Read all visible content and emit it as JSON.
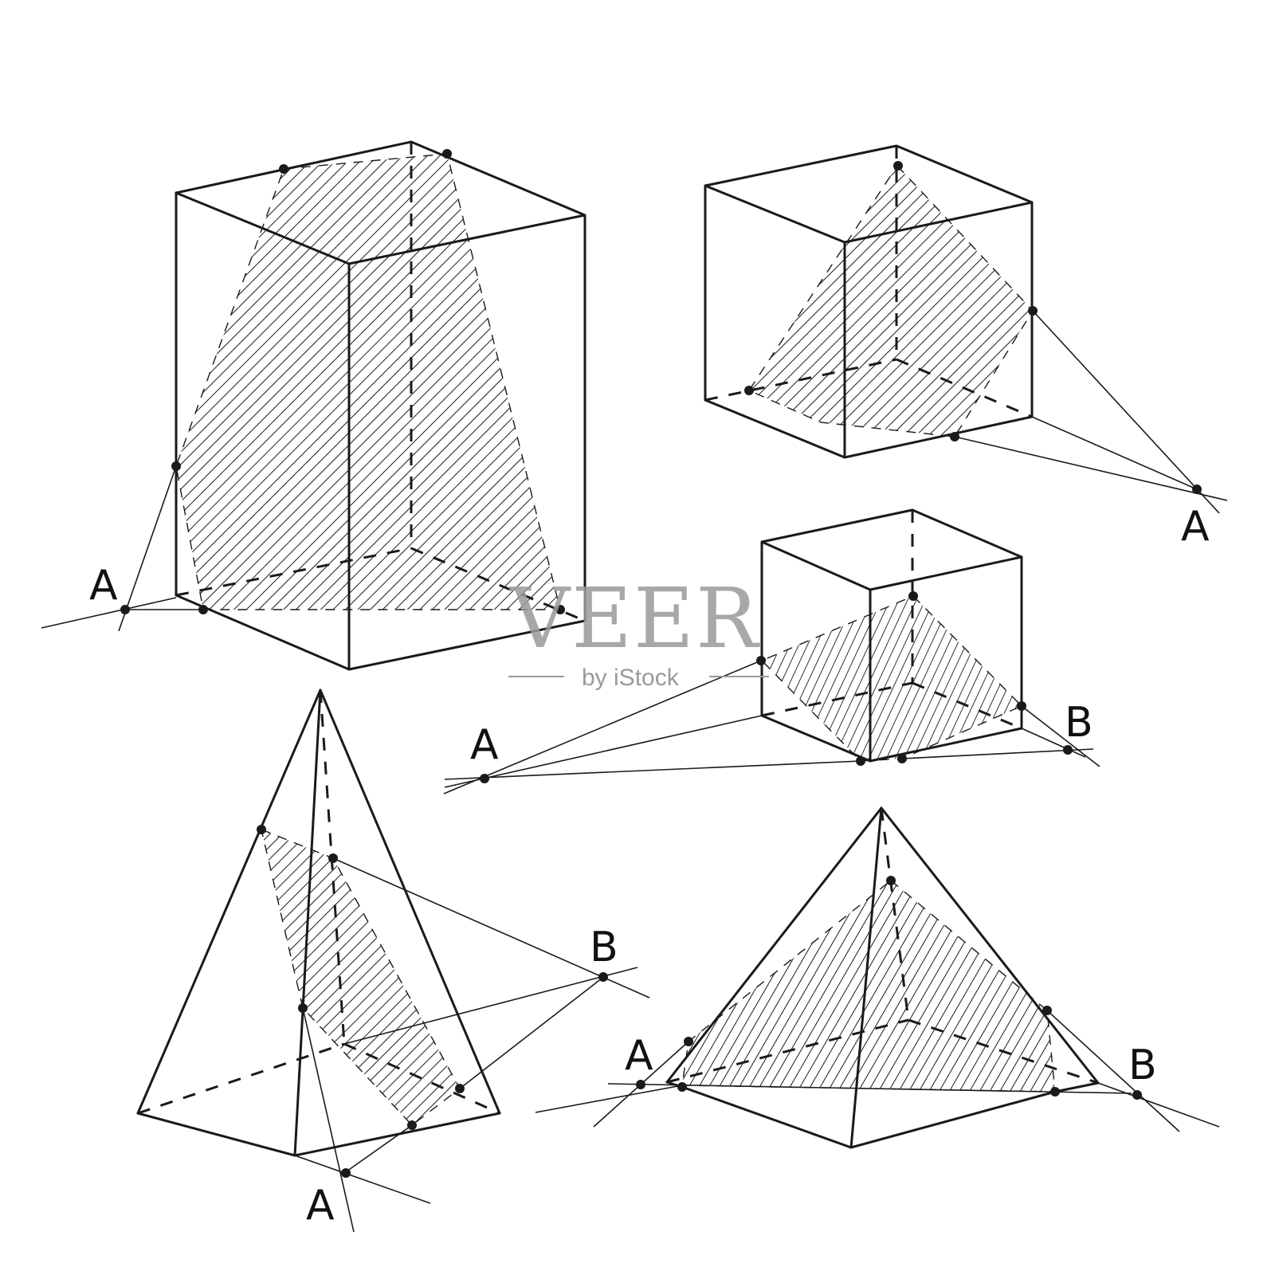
{
  "watermark": {
    "brand": "VEER",
    "tagline": "by iStock"
  },
  "colors": {
    "ink": "#1a1a1a",
    "watermark": "#9a9a9a",
    "background": "#ffffff"
  },
  "figures": [
    {
      "id": "prism-tall",
      "label_A": "A"
    },
    {
      "id": "cube-top-right",
      "label_A": "A"
    },
    {
      "id": "cube-middle",
      "label_A": "A",
      "label_B": "B"
    },
    {
      "id": "pyramid-left",
      "label_A": "A",
      "label_B": "B"
    },
    {
      "id": "pyramid-right",
      "label_A": "A",
      "label_B": "B"
    }
  ]
}
